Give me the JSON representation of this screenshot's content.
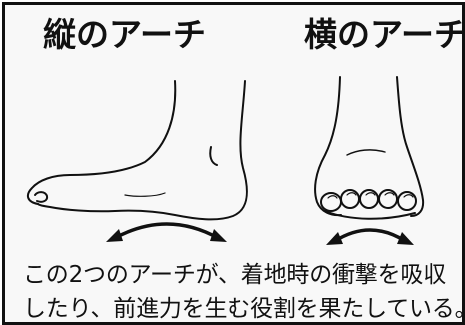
{
  "titles": {
    "longitudinal": "縦のアーチ",
    "transverse": "横のアーチ"
  },
  "caption": {
    "line1": "この2つのアーチが、着地時の衝撃を吸収",
    "line2": "したり、前進力を生む役割を果たしている。"
  },
  "colors": {
    "ink": "#111111",
    "background": "#f8f8f8",
    "border": "#111111"
  },
  "icons": {
    "left_figure": "foot-side-view-icon",
    "right_figure": "foot-front-view-icon",
    "arch_arrows": "double-headed-arc-arrow-icon"
  }
}
